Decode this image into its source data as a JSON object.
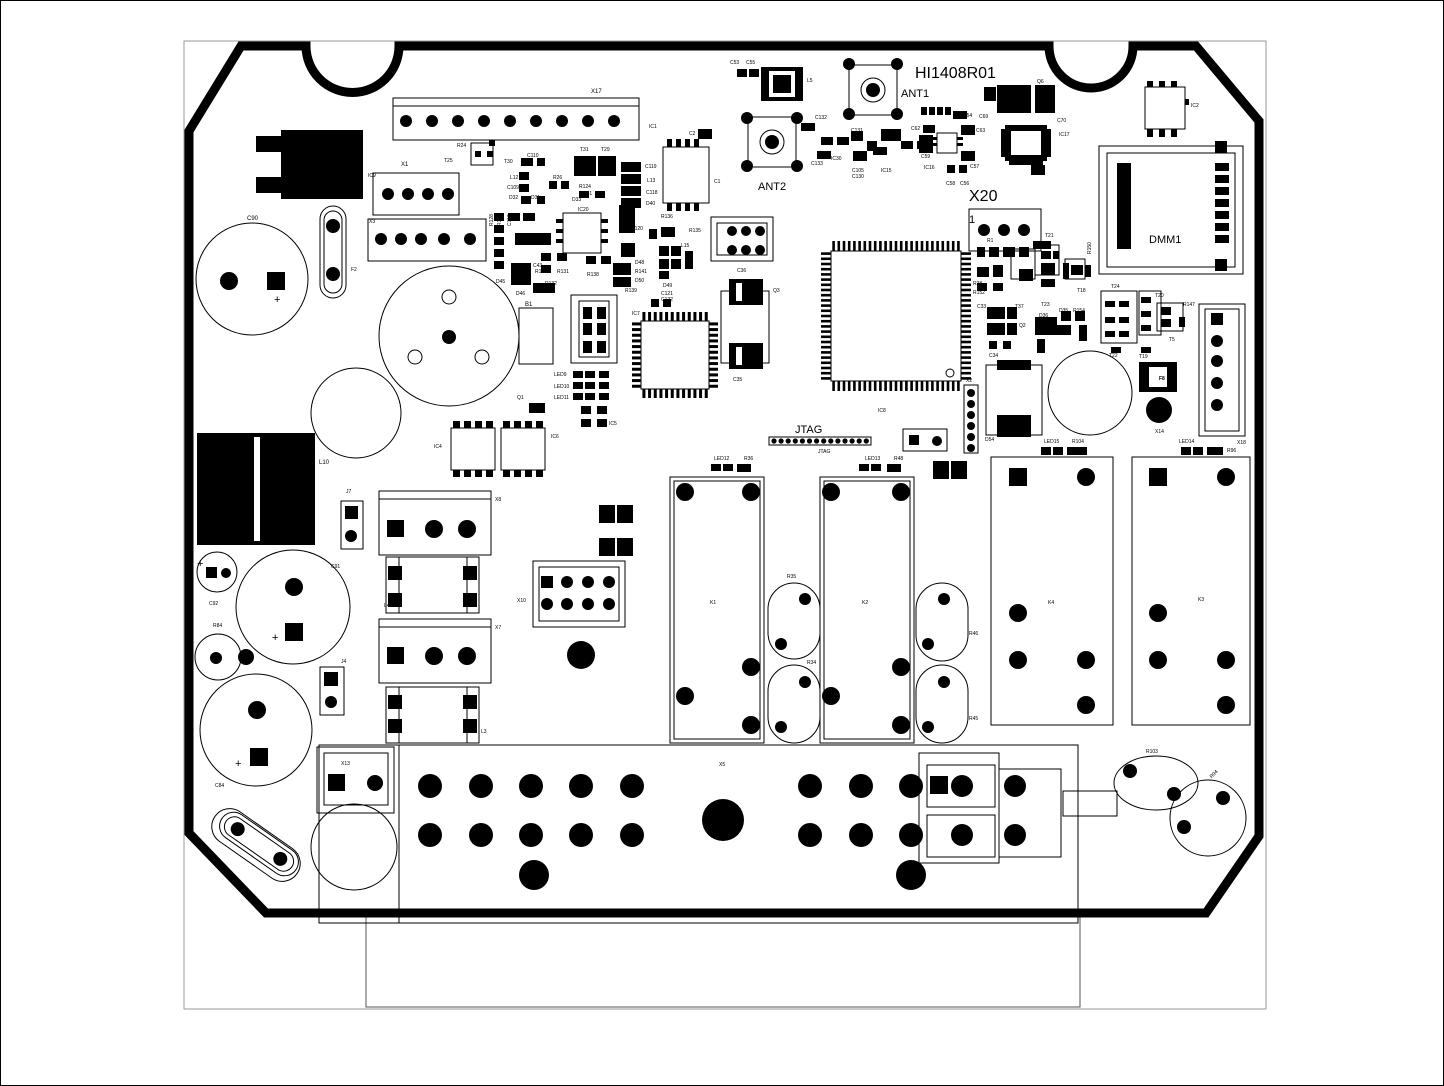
{
  "board": {
    "title": "HI1408R01",
    "labels": {
      "ant1": "ANT1",
      "ant2": "ANT2",
      "x20": "X20",
      "x20_pin": "1",
      "dmm1": "DMM1",
      "jtag": "JTAG",
      "jtag_small": "JTAG",
      "x17": "X17",
      "x1": "X1",
      "x3": "X3",
      "ic9": "IC9",
      "c90": "C90",
      "f2": "F2",
      "b1": "B1",
      "l10": "L10",
      "j7": "J7",
      "x8": "X8",
      "x7": "X7",
      "x10": "X10",
      "c91": "C91",
      "c92": "C92",
      "r84": "R84",
      "j4": "J4",
      "c84": "C84",
      "x13": "X13",
      "x5": "X5",
      "k1": "K1",
      "k2": "K2",
      "k3": "K3",
      "k4": "K4",
      "r35": "R35",
      "r34": "R34",
      "r46": "R46",
      "r45": "R45",
      "r103": "R103",
      "r94": "R94",
      "led12": "LED12",
      "r36": "R36",
      "led13": "LED13",
      "r48": "R48",
      "led15": "LED15",
      "r104": "R104",
      "led14": "LED14",
      "r96": "R96",
      "ic4": "IC4",
      "ic6": "IC6",
      "ic5": "IC5",
      "ic7": "IC7",
      "ic8": "IC8",
      "ic1": "IC1",
      "ic2": "IC2",
      "ic17": "IC17",
      "ic16": "IC16",
      "ic15": "IC15",
      "ic20": "IC20",
      "q1": "Q1",
      "q2": "Q2",
      "q3": "Q3",
      "c36": "C36",
      "c35": "C35",
      "c34": "C34",
      "c33": "C33",
      "d54": "D54",
      "x2": "X2",
      "x14": "X14",
      "x18": "X18",
      "f8": "F8",
      "t24": "T24",
      "t20": "T20",
      "t21": "T21",
      "t18": "T18",
      "t19": "T19",
      "t22": "T22",
      "t5": "T5",
      "r147": "R147",
      "r150": "R150",
      "r152": "R152",
      "r154": "R154",
      "d35": "D35",
      "d36": "D36",
      "t37": "T37",
      "t23": "T23",
      "led9": "LED9",
      "led10": "LED10",
      "led11": "LED11",
      "c53": "C53",
      "c55": "C55",
      "l5": "L5",
      "c132": "C132",
      "c131": "C131",
      "c133": "C133",
      "ic30": "IC30",
      "c105": "C105",
      "c130": "C130",
      "c62": "C62",
      "c59": "C59",
      "c57": "C57",
      "c58": "C58",
      "c56": "C56",
      "c54": "C54",
      "c63": "C63",
      "c70": "C70",
      "c69": "C69",
      "q6": "Q6",
      "c2": "C2",
      "c1": "C1",
      "c110": "C110",
      "c119": "C119",
      "c118": "C118",
      "c120": "C120",
      "c121": "C121",
      "c122": "C122",
      "c117": "C117",
      "c109": "C109",
      "l12": "L12",
      "l13": "L13",
      "l15": "L15",
      "d32": "D32",
      "d31": "D31",
      "d33": "D33",
      "d44": "D44",
      "d45": "D45",
      "d46": "D46",
      "d48": "D48",
      "d49": "D49",
      "d50": "D50",
      "d40": "D40",
      "r26": "R26",
      "r124": "R124",
      "r128": "R128",
      "r129": "R129",
      "r131": "R131",
      "r132": "R132",
      "r134": "R134",
      "r135": "R135",
      "r136": "R136",
      "r138": "R138",
      "r139": "R139",
      "r141": "R141",
      "r24": "R24",
      "t25": "T25",
      "t30": "T30",
      "t31": "T31",
      "t29": "T29",
      "l4": "L4",
      "l3": "L3",
      "c43": "C43"
    }
  }
}
